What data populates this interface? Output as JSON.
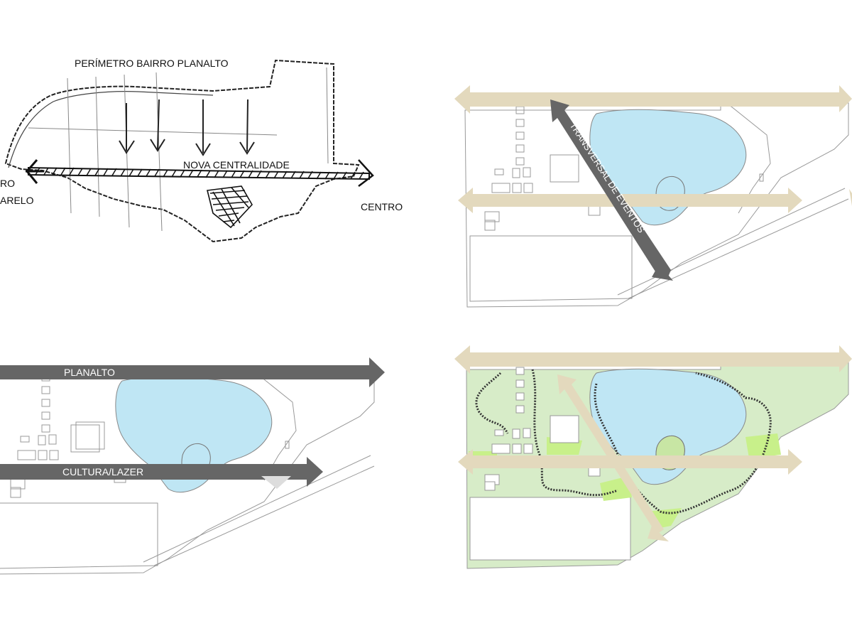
{
  "sketch": {
    "perimeter_label": "PERÍMETRO BAIRRO PLANALTO",
    "centrality_label": "NOVA CENTRALIDADE",
    "left_label_top": "RO",
    "left_label_bottom": "ARELO",
    "right_label": "CENTRO"
  },
  "panel_top_right": {
    "transversal_label": "TRANSVERSAL DE EVENTOS"
  },
  "panel_bottom_left": {
    "planalto_label": "PLANALTO",
    "cultura_label": "CULTURA/LAZER"
  },
  "colors": {
    "lake": "#bfe6f4",
    "beige_arrow": "#e3d9bd",
    "dark_arrow": "#666666",
    "park_green": "#d7ecc8",
    "bright_green": "#c8f08a"
  }
}
